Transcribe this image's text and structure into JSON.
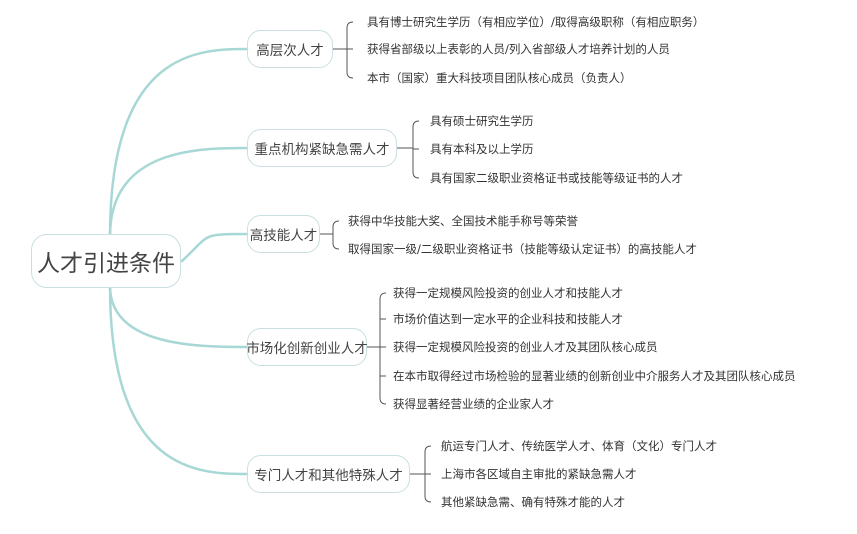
{
  "root": "人才引进条件",
  "branches": [
    {
      "label": "高层次人才",
      "items": [
        "具有博士研究生学历（有相应学位）/取得高级职称（有相应职务）",
        "获得省部级以上表彰的人员/列入省部级人才培养计划的人员",
        "本市（国家）重大科技项目团队核心成员（负责人）"
      ]
    },
    {
      "label": "重点机构紧缺急需人才",
      "items": [
        "具有硕士研究生学历",
        "具有本科及以上学历",
        "具有国家二级职业资格证书或技能等级证书的人才"
      ]
    },
    {
      "label": "高技能人才",
      "items": [
        "获得中华技能大奖、全国技术能手称号等荣誉",
        "取得国家一级/二级职业资格证书（技能等级认定证书）的高技能人才"
      ]
    },
    {
      "label": "市场化创新创业人才",
      "items": [
        "获得一定规模风险投资的创业人才和技能人才",
        "市场价值达到一定水平的企业科技和技能人才",
        "获得一定规模风险投资的创业人才及其团队核心成员",
        "在本市取得经过市场检验的显著业绩的创新创业中介服务人才及其团队核心成员",
        "获得显著经营业绩的企业家人才"
      ]
    },
    {
      "label": "专门人才和其他特殊人才",
      "items": [
        "航运专门人才、传统医学人才、体育（文化）专门人才",
        "上海市各区域自主审批的紧缺急需人才",
        "其他紧缺急需、确有特殊才能的人才"
      ]
    }
  ],
  "colors": {
    "connector": "#a8d8d6",
    "brace": "#555555",
    "border": "#c9dfe0"
  }
}
